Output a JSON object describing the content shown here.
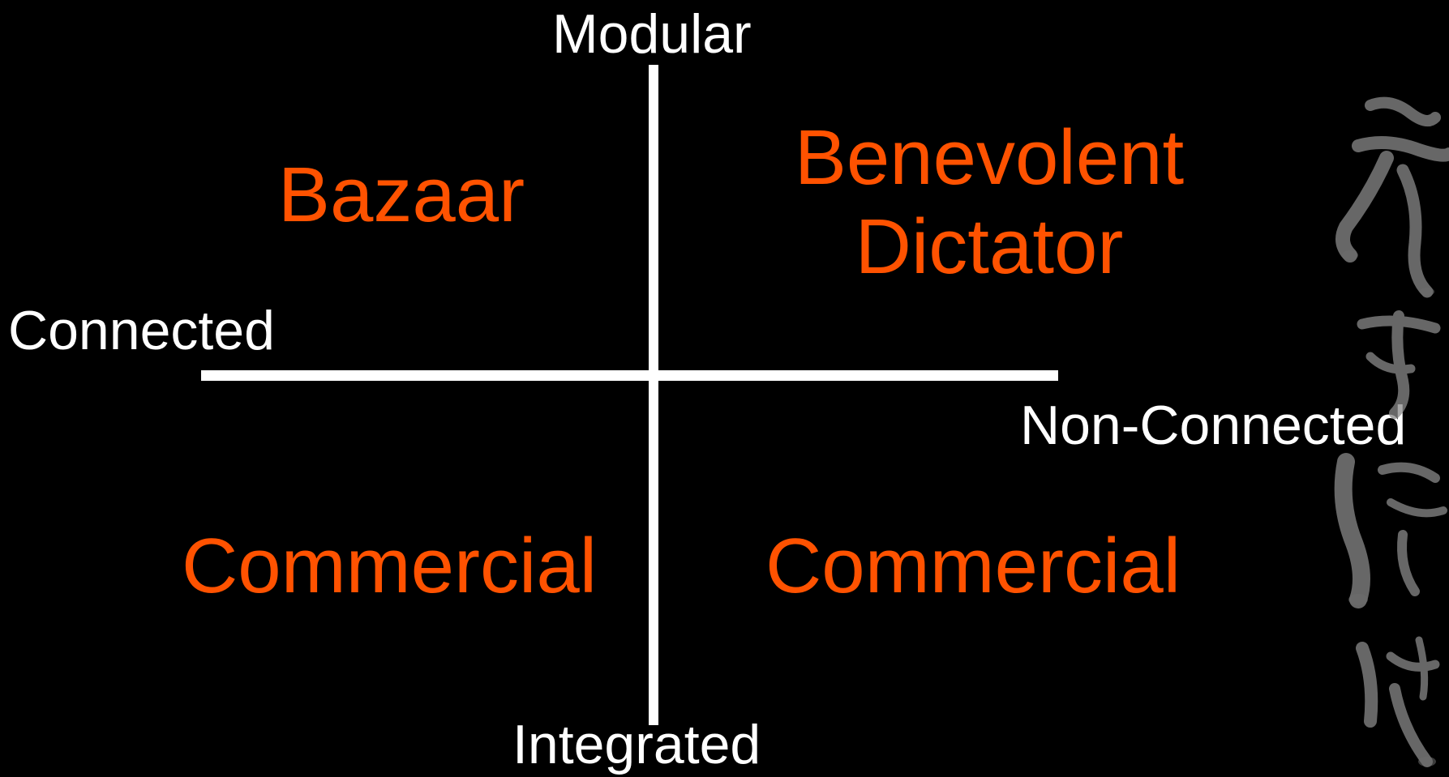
{
  "axes": {
    "top": "Modular",
    "bottom": "Integrated",
    "left": "Connected",
    "right": "Non-Connected"
  },
  "quadrants": {
    "top_left": "Bazaar",
    "top_right_line1": "Benevolent",
    "top_right_line2": "Dictator",
    "bottom_left": "Commercial",
    "bottom_right": "Commercial"
  },
  "colors": {
    "background": "#000000",
    "axis": "#ffffff",
    "quadrant_text": "#ff5200"
  }
}
